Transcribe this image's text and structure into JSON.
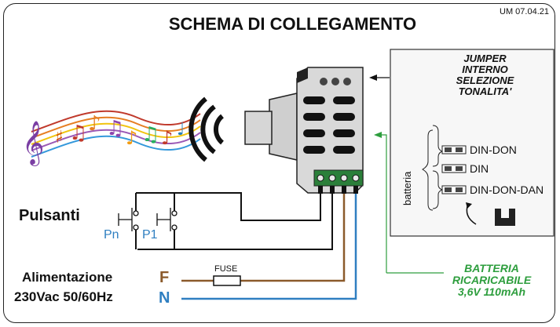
{
  "title": "SCHEMA DI COLLEGAMENTO",
  "doc_code": "UM 07.04.21",
  "jumper": {
    "heading_lines": [
      "JUMPER",
      "INTERNO",
      "SELEZIONE",
      "TONALITA'"
    ],
    "vertical_label": "batteria",
    "options": [
      "DIN-DON",
      "DIN",
      "DIN-DON-DAN"
    ]
  },
  "buttons": {
    "label": "Pulsanti",
    "pn_label": "Pn",
    "p1_label": "P1"
  },
  "power": {
    "label_line1": "Alimentazione",
    "label_line2": "230Vac 50/60Hz",
    "f_label": "F",
    "n_label": "N",
    "fuse_label": "FUSE"
  },
  "battery": {
    "lines": [
      "BATTERIA",
      "RICARICABILE",
      "3,6V 110mAh"
    ]
  },
  "colors": {
    "brown_wire": "#8b5a2b",
    "blue_wire": "#2f7fc1",
    "green_accent": "#2e9e3e",
    "module_body": "#d9d9d9",
    "dark": "#222222"
  }
}
